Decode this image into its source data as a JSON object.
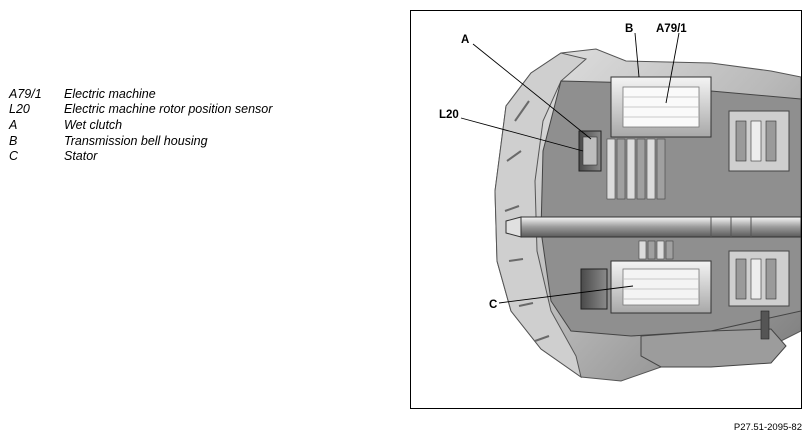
{
  "legend": [
    {
      "code": "A79/1",
      "description": "Electric machine"
    },
    {
      "code": "L20",
      "description": "Electric machine rotor position sensor"
    },
    {
      "code": "A",
      "description": "Wet clutch"
    },
    {
      "code": "B",
      "description": "Transmission bell housing"
    },
    {
      "code": "C",
      "description": "Stator"
    }
  ],
  "callouts": {
    "a": "A",
    "b": "B",
    "a79_1": "A79/1",
    "l20": "L20",
    "c": "C"
  },
  "reference_number": "P27.51-2095-82"
}
